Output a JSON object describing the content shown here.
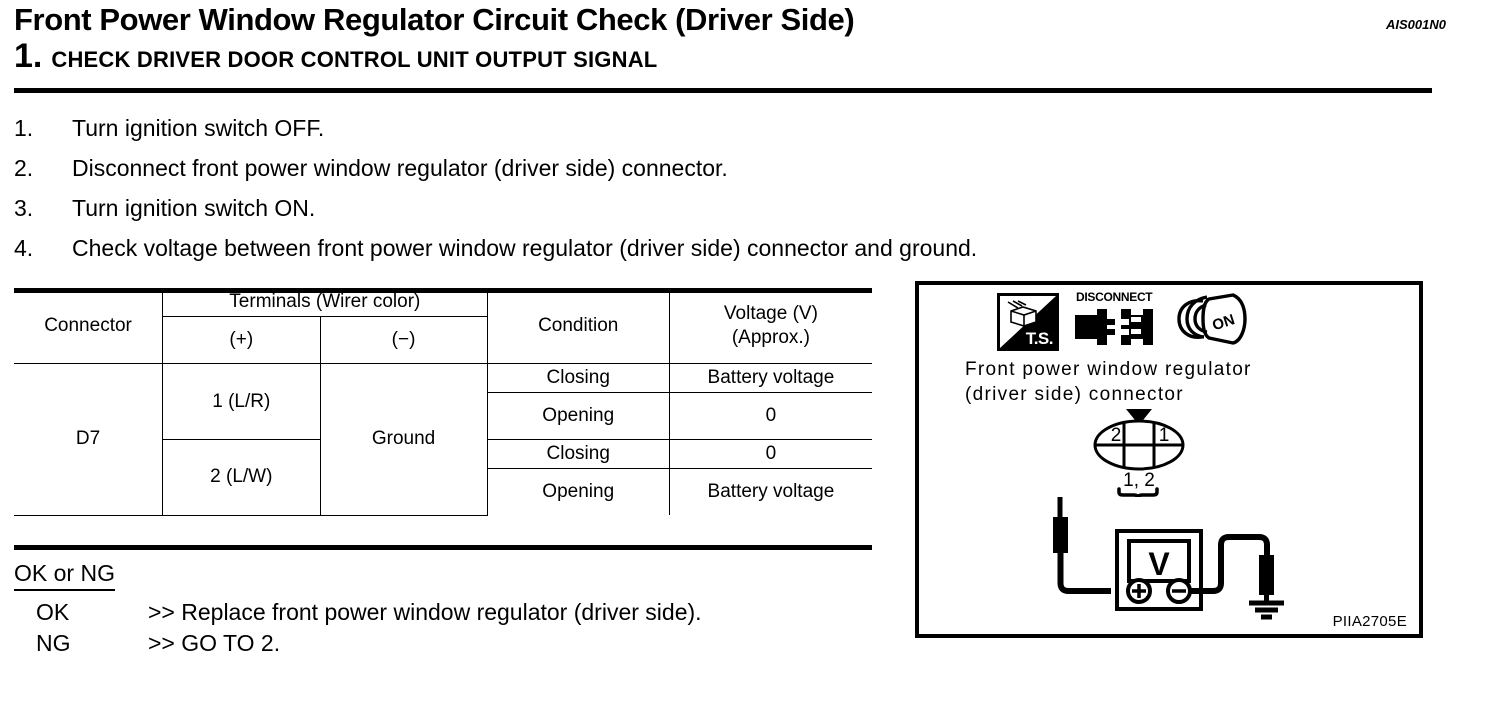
{
  "header": {
    "title": "Front Power Window Regulator Circuit Check (Driver Side)",
    "doc_code": "AIS001N0",
    "step_number": "1.",
    "step_heading": "CHECK DRIVER DOOR CONTROL UNIT OUTPUT SIGNAL"
  },
  "steps": [
    {
      "index": "1.",
      "text": "Turn ignition switch OFF."
    },
    {
      "index": "2.",
      "text": "Disconnect front power window regulator (driver side) connector."
    },
    {
      "index": "3.",
      "text": "Turn ignition switch ON."
    },
    {
      "index": "4.",
      "text": "Check voltage between front power window regulator (driver side) connector and ground."
    }
  ],
  "table": {
    "headers": {
      "connector": "Connector",
      "terminals": "Terminals (Wirer color)",
      "plus": "(+)",
      "minus": "(−)",
      "condition": "Condition",
      "voltage_line1": "Voltage (V)",
      "voltage_line2": "(Approx.)"
    },
    "connector_value": "D7",
    "ground_value": "Ground",
    "terminal_1": "1 (L/R)",
    "terminal_2": "2 (L/W)",
    "rows": [
      {
        "condition": "Closing",
        "voltage": "Battery voltage"
      },
      {
        "condition": "Opening",
        "voltage": "0"
      },
      {
        "condition": "Closing",
        "voltage": "0"
      },
      {
        "condition": "Opening",
        "voltage": "Battery voltage"
      }
    ]
  },
  "result": {
    "title": "OK or NG",
    "rows": [
      {
        "key": "OK",
        "value": ">> Replace front power window regulator (driver side)."
      },
      {
        "key": "NG",
        "value": ">> GO TO 2."
      }
    ]
  },
  "illustration": {
    "icons": {
      "ts_label": "T.S.",
      "disconnect_label": "DISCONNECT",
      "key_label": "ON"
    },
    "caption_line1": "Front power window regulator",
    "caption_line2": "(driver side) connector",
    "connector": {
      "pin_left": "2",
      "pin_right": "1",
      "terminals_label": "1, 2"
    },
    "meter_label": "V",
    "meter_plus": "+",
    "meter_minus": "−",
    "figure_id": "PIIA2705E"
  },
  "colors": {
    "ink": "#000000",
    "paper": "#ffffff"
  }
}
